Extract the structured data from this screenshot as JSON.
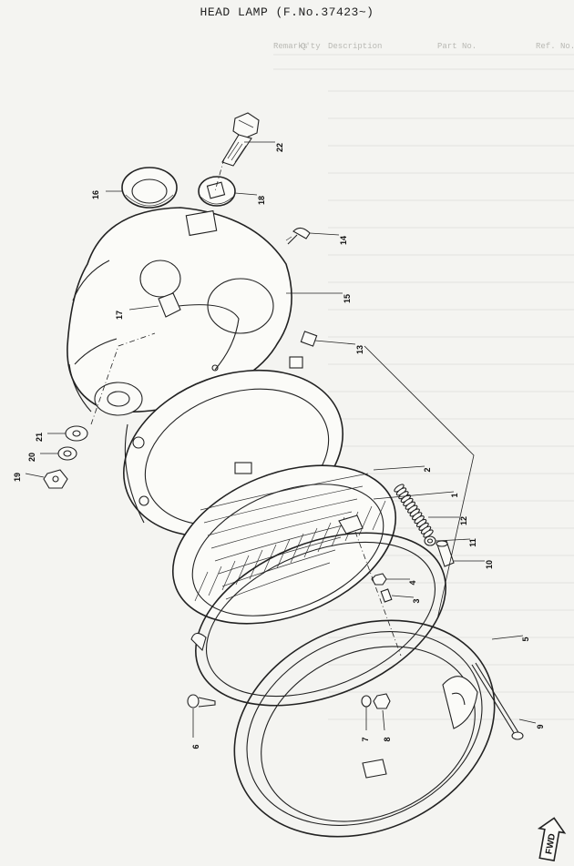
{
  "title": "HEAD LAMP (F.No.37423~)",
  "ghost_headers": [
    "Ref. No.",
    "Part No.",
    "Description",
    "Q'ty",
    "Remarks"
  ],
  "callouts": [
    {
      "id": "1",
      "label": "1"
    },
    {
      "id": "2",
      "label": "2"
    },
    {
      "id": "3",
      "label": "3"
    },
    {
      "id": "4",
      "label": "4"
    },
    {
      "id": "5",
      "label": "5"
    },
    {
      "id": "6",
      "label": "6"
    },
    {
      "id": "7",
      "label": "7"
    },
    {
      "id": "8",
      "label": "8"
    },
    {
      "id": "9",
      "label": "9"
    },
    {
      "id": "10",
      "label": "10"
    },
    {
      "id": "11",
      "label": "11"
    },
    {
      "id": "12",
      "label": "12"
    },
    {
      "id": "13",
      "label": "13"
    },
    {
      "id": "14",
      "label": "14"
    },
    {
      "id": "15",
      "label": "15"
    },
    {
      "id": "16",
      "label": "16"
    },
    {
      "id": "17",
      "label": "17"
    },
    {
      "id": "18",
      "label": "18"
    },
    {
      "id": "19",
      "label": "19"
    },
    {
      "id": "20",
      "label": "20"
    },
    {
      "id": "21",
      "label": "21"
    },
    {
      "id": "22",
      "label": "22"
    }
  ],
  "fwd_label": "FWD"
}
